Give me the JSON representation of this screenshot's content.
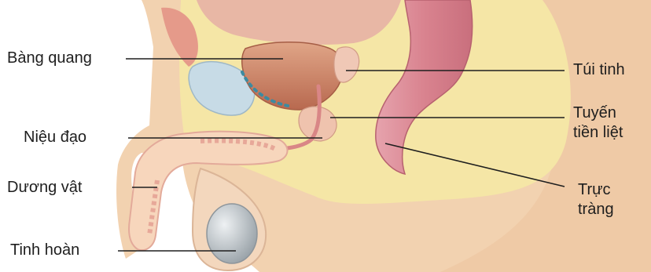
{
  "labels": {
    "bladder": "Bàng quang",
    "urethra": "Niệu đạo",
    "penis": "Dương vật",
    "testis": "Tinh hoàn",
    "seminal_vesicle": "Túi tinh",
    "prostate": {
      "line1": "Tuyến",
      "line2": "tiền liệt"
    },
    "rectum": {
      "line1": "Trực",
      "line2": "tràng"
    }
  },
  "colors": {
    "skin": "#f2d2b0",
    "fat": "#f5e6a6",
    "bladder": "#c9866b",
    "rectum": "#d98a97",
    "bone": "#c7dbe6",
    "testis": "#b8bfc4",
    "leader_line": "#1e1e1e"
  }
}
